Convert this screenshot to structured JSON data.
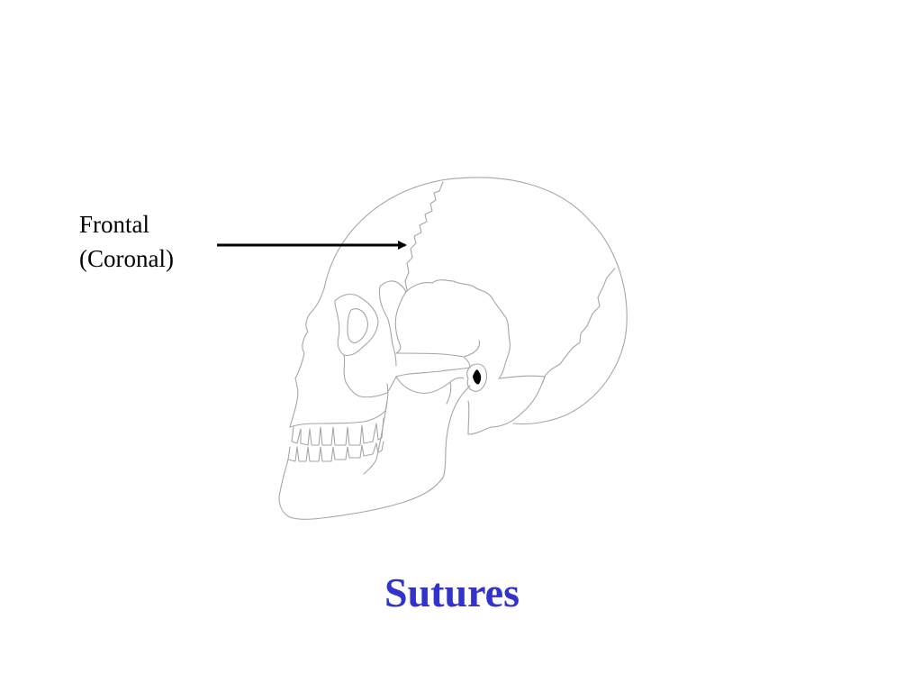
{
  "annotation": {
    "line1": "Frontal",
    "line2": "(Coronal)"
  },
  "title": "Sutures",
  "colors": {
    "title": "#3333cc",
    "outline": "#a6a6a6",
    "arrow": "#000000"
  }
}
